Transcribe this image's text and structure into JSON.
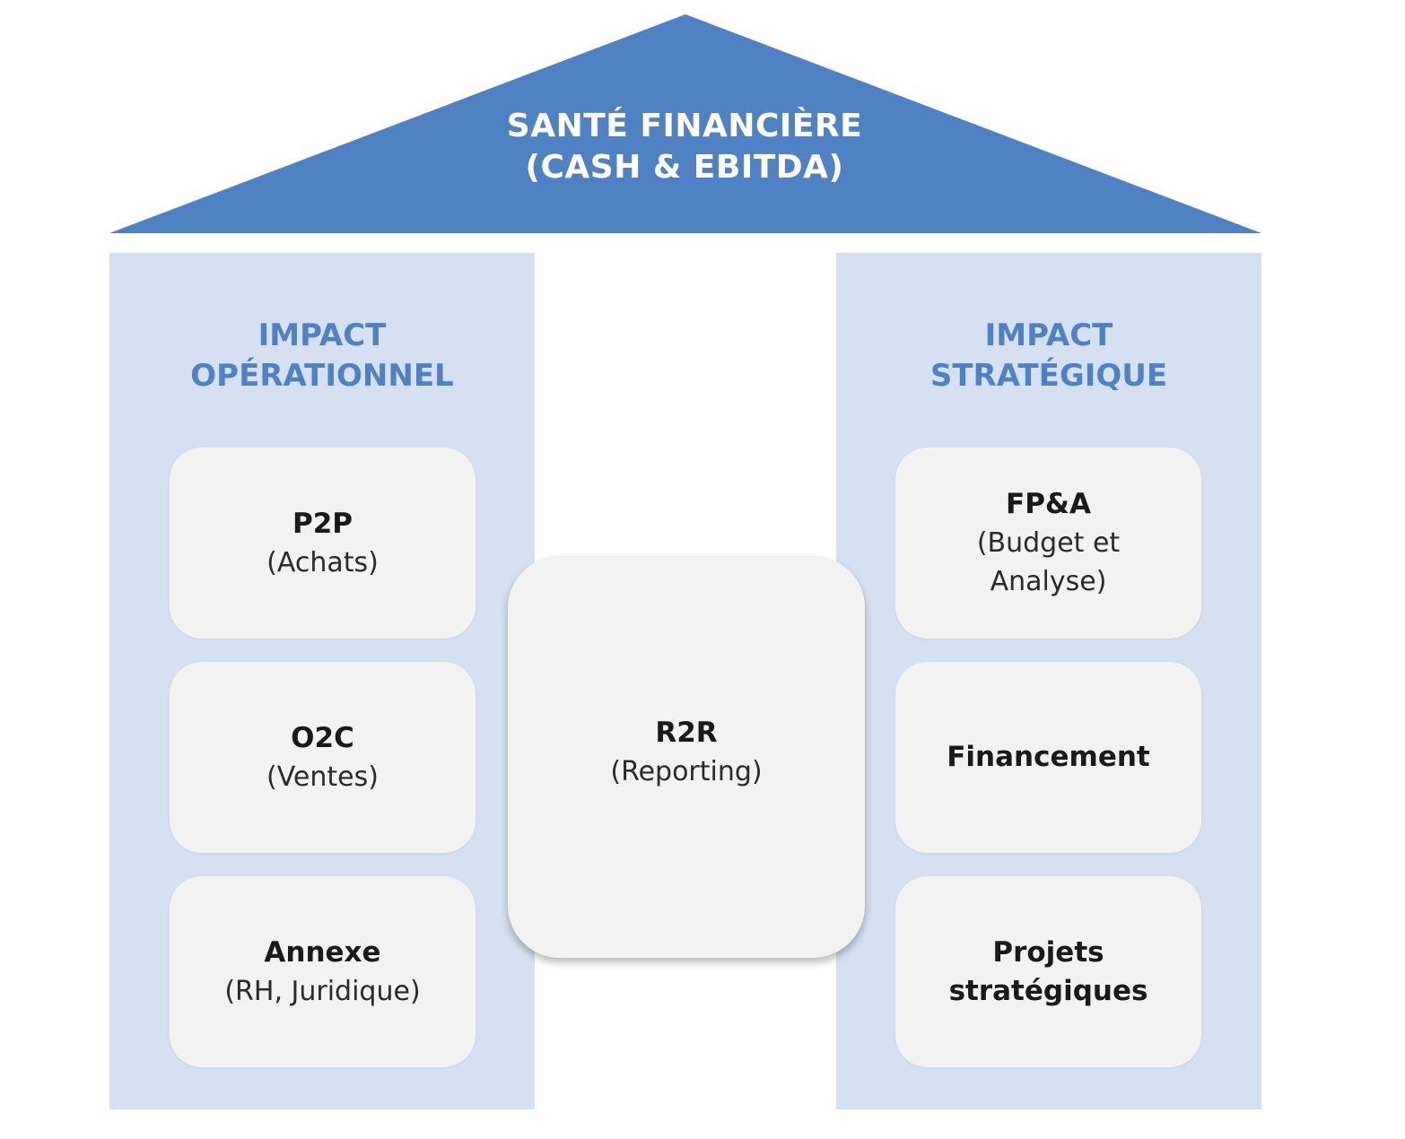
{
  "roof": {
    "line1": "SANTÉ FINANCIÈRE",
    "line2": "(CASH & EBITDA)",
    "color": "#4f82c3"
  },
  "left_pillar": {
    "title_line1": "IMPACT",
    "title_line2": "OPÉRATIONNEL",
    "cards": [
      {
        "main": "P2P",
        "sub": "(Achats)"
      },
      {
        "main": "O2C",
        "sub": "(Ventes)"
      },
      {
        "main": "Annexe",
        "sub": "(RH, Juridique)"
      }
    ]
  },
  "center": {
    "main": "R2R",
    "sub": "(Reporting)"
  },
  "right_pillar": {
    "title_line1": "IMPACT",
    "title_line2": "STRATÉGIQUE",
    "cards": [
      {
        "main": "FP&A",
        "sub_line1": "(Budget et",
        "sub_line2": "Analyse)"
      },
      {
        "main": "Financement"
      },
      {
        "main_line1": "Projets",
        "main_line2": "stratégiques"
      }
    ]
  },
  "colors": {
    "pillar_bg": "#d5e1f2",
    "card_bg": "#f2f2f2",
    "title_text": "#4f82c3"
  }
}
